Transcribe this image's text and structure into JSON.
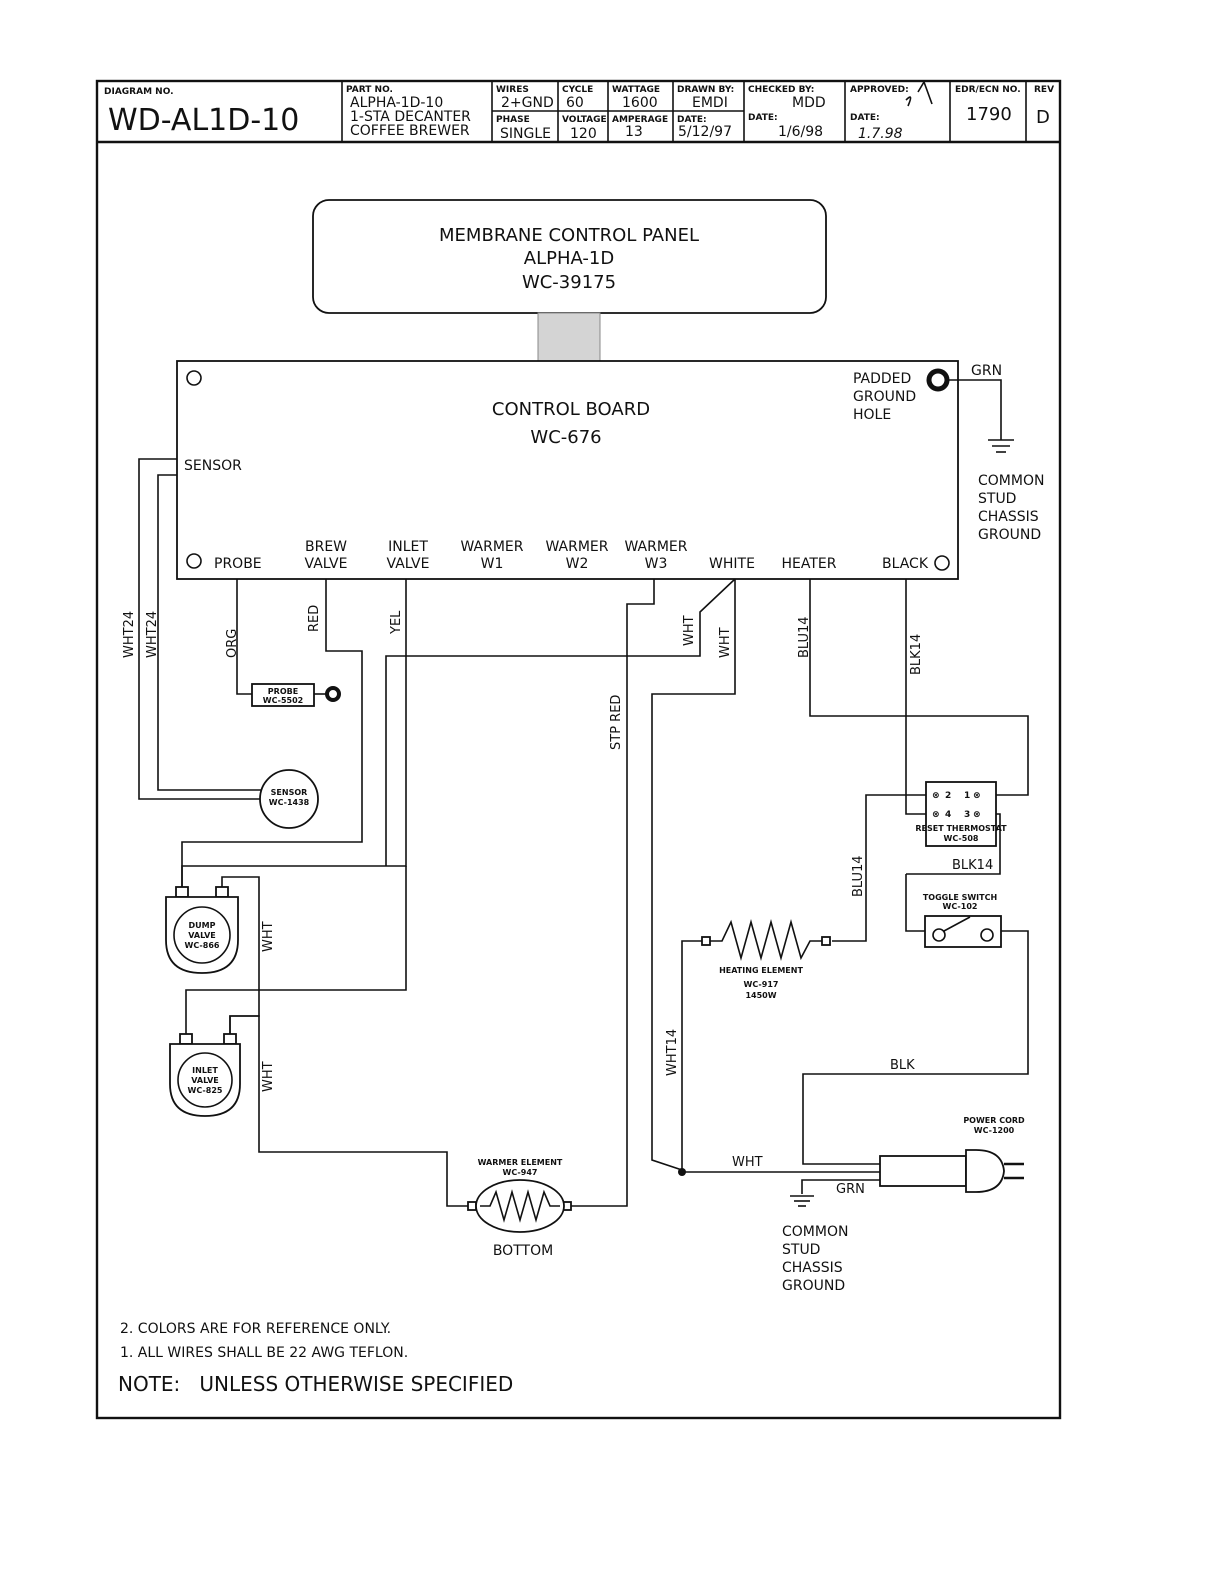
{
  "title_block": {
    "diagram_no_label": "DIAGRAM NO.",
    "diagram_no": "WD-AL1D-10",
    "part_no_label": "PART NO.",
    "part_no": "ALPHA-1D-10",
    "part_desc_1": "1-STA DECANTER",
    "part_desc_2": "COFFEE BREWER",
    "wires_label": "WIRES",
    "wires": "2+GND",
    "phase_label": "PHASE",
    "phase": "SINGLE",
    "cycle_label": "CYCLE",
    "cycle": "60",
    "voltage_label": "VOLTAGE",
    "voltage": "120",
    "wattage_label": "WATTAGE",
    "wattage": "1600",
    "amperage_label": "AMPERAGE",
    "amperage": "13",
    "drawn_by_label": "DRAWN BY:",
    "drawn_by": "EMDI",
    "drawn_date_label": "DATE:",
    "drawn_date": "5/12/97",
    "checked_by_label": "CHECKED BY:",
    "checked_by": "MDD",
    "checked_date_label": "DATE:",
    "checked_date": "1/6/98",
    "approved_label": "APPROVED:",
    "approved_date_label": "DATE:",
    "approved_date": "1.7.98",
    "edr_label": "EDR/ECN NO.",
    "edr": "1790",
    "rev_label": "REV",
    "rev": "D"
  },
  "membrane_panel": {
    "line1": "MEMBRANE CONTROL PANEL",
    "line2": "ALPHA-1D",
    "line3": "WC-39175"
  },
  "control_board": {
    "title": "CONTROL BOARD",
    "part": "WC-676",
    "sensor": "SENSOR",
    "ground_1": "PADDED",
    "ground_2": "GROUND",
    "ground_3": "HOLE",
    "terminals": {
      "probe": "PROBE",
      "brew_1": "BREW",
      "brew_2": "VALVE",
      "inlet_1": "INLET",
      "inlet_2": "VALVE",
      "w1_1": "WARMER",
      "w1_2": "W1",
      "w2_1": "WARMER",
      "w2_2": "W2",
      "w3_1": "WARMER",
      "w3_2": "W3",
      "white": "WHITE",
      "heater": "HEATER",
      "black": "BLACK"
    }
  },
  "ground_top": {
    "wire": "GRN",
    "line1": "COMMON",
    "line2": "STUD",
    "line3": "CHASSIS",
    "line4": "GROUND"
  },
  "wire_labels": {
    "wht24_a": "WHT24",
    "wht24_b": "WHT24",
    "org": "ORG",
    "red": "RED",
    "yel": "YEL",
    "stp_red": "STP RED",
    "wht_a": "WHT",
    "wht_b": "WHT",
    "blu14_a": "BLU14",
    "blk14_a": "BLK14",
    "blu14_b": "BLU14",
    "blk14_b": "BLK14",
    "wht_dump": "WHT",
    "wht_inlet": "WHT",
    "wht14": "WHT14",
    "blk": "BLK",
    "wht_cord": "WHT",
    "grn_cord": "GRN"
  },
  "components": {
    "probe_1": "PROBE",
    "probe_2": "WC-5502",
    "sensor_1": "SENSOR",
    "sensor_2": "WC-1438",
    "dump_1": "DUMP",
    "dump_2": "VALVE",
    "dump_3": "WC-866",
    "inlet_1": "INLET",
    "inlet_2": "VALVE",
    "inlet_3": "WC-825",
    "thermostat_1": "RESET THERMOSTAT",
    "thermostat_2": "WC-508",
    "thermostat_pins": [
      "2",
      "1",
      "4",
      "3"
    ],
    "toggle_1": "TOGGLE SWITCH",
    "toggle_2": "WC-102",
    "heating_1": "HEATING ELEMENT",
    "heating_2": "WC-917",
    "heating_3": "1450W",
    "warmer_1": "WARMER ELEMENT",
    "warmer_2": "WC-947",
    "warmer_3": "BOTTOM",
    "cord_1": "POWER CORD",
    "cord_2": "WC-1200"
  },
  "ground_bottom": {
    "line1": "COMMON",
    "line2": "STUD",
    "line3": "CHASSIS",
    "line4": "GROUND"
  },
  "notes": {
    "note2": "2. COLORS ARE FOR REFERENCE ONLY.",
    "note1": "1. ALL WIRES SHALL BE 22 AWG TEFLON.",
    "heading": "NOTE:   UNLESS OTHERWISE SPECIFIED"
  }
}
